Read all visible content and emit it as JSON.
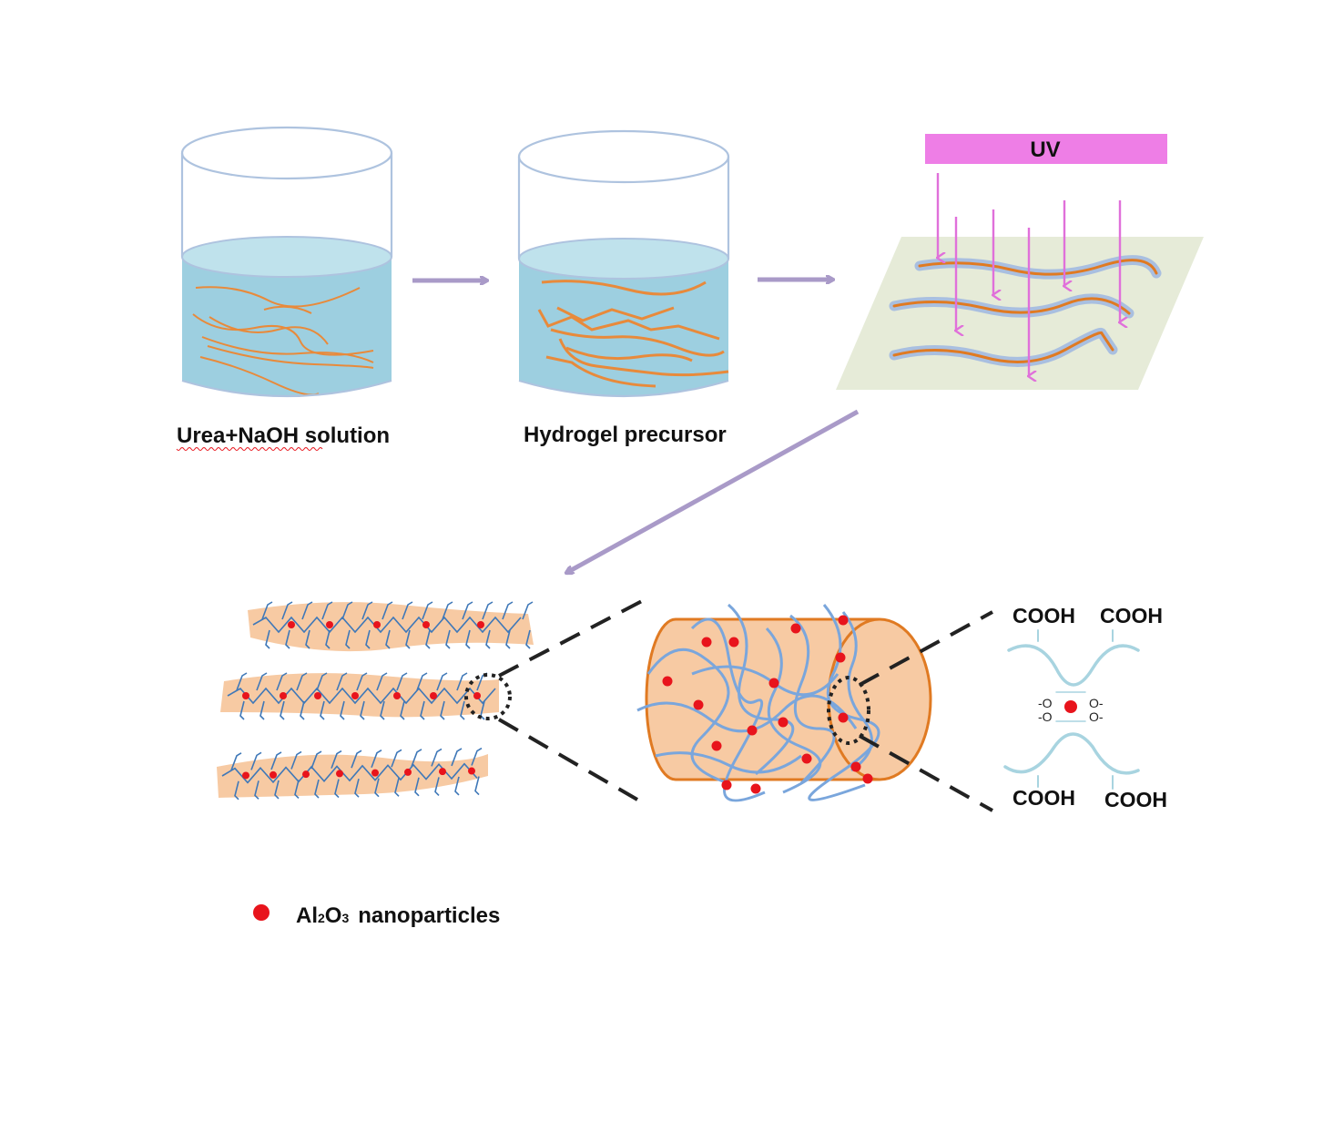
{
  "labels": {
    "beaker1": "Urea+NaOH solution",
    "beaker2": "Hydrogel precursor",
    "uv": "UV",
    "cooh": [
      "COOH",
      "COOH",
      "COOH",
      "COOH"
    ],
    "o_minus": [
      "-O",
      "-O",
      "O-",
      "O-"
    ],
    "legend_prefix": "Al",
    "legend_sub1": "2",
    "legend_mid": "O",
    "legend_sub2": "3",
    "legend_suffix": "nanoparticles"
  },
  "colors": {
    "beaker_outline": "#aec3df",
    "liquid": "#9dcfe0",
    "liquid_top": "#bfe2ec",
    "fiber": "#e88a3b",
    "arrow": "#a99ac8",
    "uv_bar": "#ee7ee6",
    "uv_arrow": "#e070da",
    "film": "#e6ebd8",
    "coated_fiber": "#a9bfe0",
    "gel_fill": "#f7caa3",
    "gel_outline": "#e07a22",
    "network": "#6b9dd6",
    "particle": "#e8141c",
    "chain": "#a8d4e0",
    "dashed": "#222222"
  }
}
